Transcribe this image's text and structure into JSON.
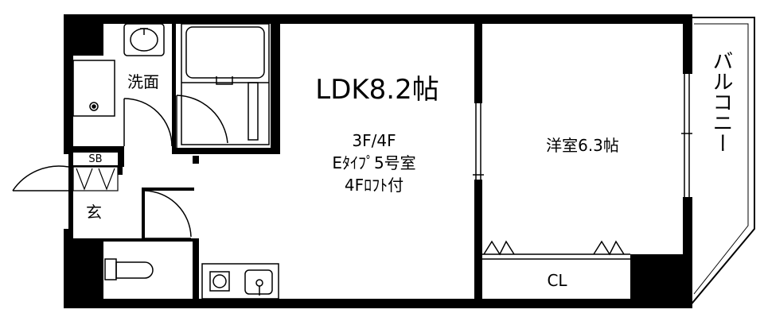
{
  "rooms": {
    "ldk": {
      "label": "LDK8.2帖"
    },
    "unit_info": {
      "floor": "3F/4F",
      "type": "Eﾀｲﾌﾟ5号室",
      "loft": "4Fﾛﾌﾄ付"
    },
    "western_room": {
      "label": "洋室6.3帖"
    },
    "washroom": {
      "label": "洗面"
    },
    "entrance": {
      "label": "玄"
    },
    "shoe_box": {
      "label": "SB"
    },
    "closet": {
      "label": "CL"
    },
    "balcony": {
      "label": "バルコニー"
    }
  }
}
